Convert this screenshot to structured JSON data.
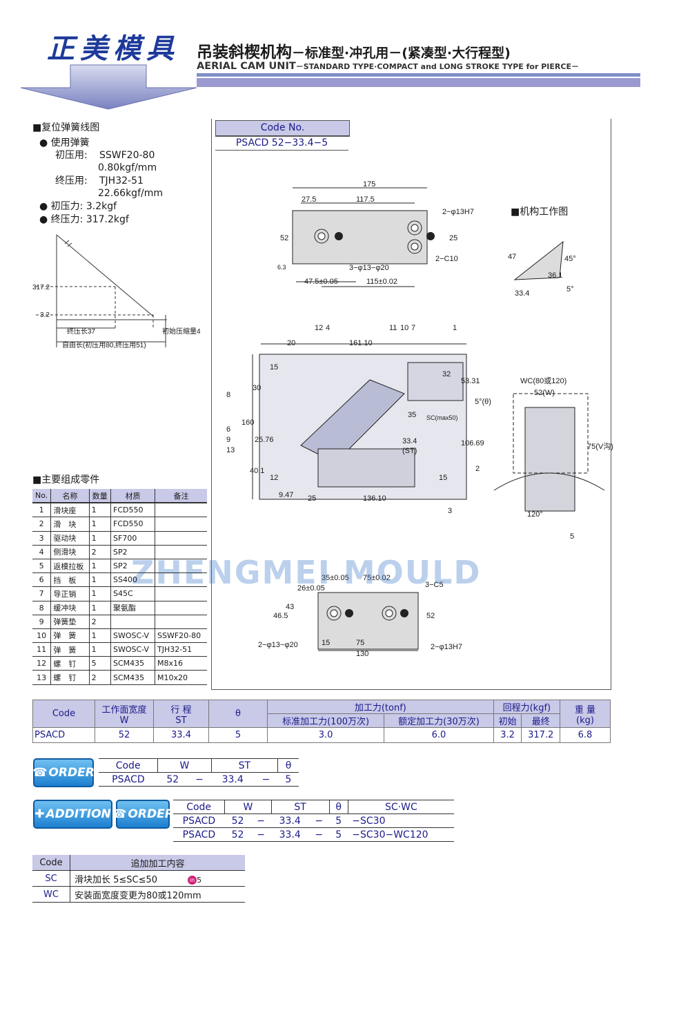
{
  "brand": "正美模具",
  "title": {
    "cn": "吊装斜楔机构",
    "cn_sub": "－标准型·冲孔用－(紧凑型·大行程型)",
    "en": "AERIAL CAM UNIT",
    "en_sub": "－STANDARD TYPE·COMPACT and LONG STROKE TYPE for PIERCE－"
  },
  "spring": {
    "heading": "■复位弹簧线图",
    "use": "● 使用弹簧",
    "init_label": "初压用:",
    "init_val": "SSWF20-80",
    "init_k": "0.80kgf/mm",
    "final_label": "终压用:",
    "final_val": "TJH32-51",
    "final_k": "22.66kgf/mm",
    "init_force": "● 初压力: 3.2kgf",
    "final_force": "● 终压力: 317.2kgf",
    "chart": {
      "y1": "317.2",
      "y2": "3.2",
      "l1": "终压长37",
      "l2": "初始压缩量4",
      "l3": "自由长(初压用80,终压用51)"
    }
  },
  "code_box": {
    "header": "Code No.",
    "value": "PSACD 52−33.4−5"
  },
  "work_title": "■机构工作图",
  "watermark": "ZHENGMEI MOULD",
  "dims": {
    "d175": "175",
    "d27": "27.5",
    "d117": "117.5",
    "d52": "52",
    "d25": "25",
    "h13": "2−φ13H7",
    "c10": "2−C10",
    "cb": "3−φ13−φ20",
    "d475": "47.5±0.05",
    "d115": "115±0.02",
    "s63": "6.3",
    "d20": "20",
    "d161": "161.10",
    "d15": "15",
    "d30": "30",
    "d160": "160",
    "d2576": "25.76",
    "d401": "40.1",
    "d12": "12",
    "d947": "9.47",
    "d2b": "25",
    "d136": "136.10",
    "d32": "32",
    "d5331": "53.31",
    "d5t": "5°(θ)",
    "d35": "35",
    "sc": "SC(max50)",
    "st": "33.4",
    "stl": "(ST)",
    "d10669": "106.69",
    "d15b": "15",
    "a47": "47",
    "a361": "36.1",
    "a45": "45°",
    "a334": "33.4",
    "a5": "5°",
    "wc": "WC(80或120)",
    "w52": "52(W)",
    "v75": "75(V沟)",
    "a120": "120°",
    "b35": "35±0.05",
    "b75": "75±0.02",
    "b26": "26±0.05",
    "b43": "43",
    "b465": "46.5",
    "b52": "52",
    "b15": "15",
    "b75b": "75",
    "b130": "130",
    "bc5": "3−C5",
    "bcb": "2−φ13−φ20",
    "bh": "2−φ13H7",
    "n12": "12",
    "n4": "4",
    "n11": "11",
    "n10": "10",
    "n7": "7",
    "n1": "1",
    "n8": "8",
    "n6": "6",
    "n9": "9",
    "n13": "13",
    "n2": "2",
    "n3": "3",
    "n5": "5"
  },
  "parts": {
    "heading": "■主要组成零件",
    "cols": [
      "No.",
      "名称",
      "数量",
      "材质",
      "备注"
    ],
    "rows": [
      [
        "1",
        "滑块座",
        "1",
        "FCD550",
        ""
      ],
      [
        "2",
        "滑　块",
        "1",
        "FCD550",
        ""
      ],
      [
        "3",
        "驱动块",
        "1",
        "SF700",
        ""
      ],
      [
        "4",
        "侧滑块",
        "2",
        "SP2",
        ""
      ],
      [
        "5",
        "返模拉板",
        "1",
        "SP2",
        ""
      ],
      [
        "6",
        "挡　板",
        "1",
        "SS400",
        ""
      ],
      [
        "7",
        "导正销",
        "1",
        "S45C",
        ""
      ],
      [
        "8",
        "缓冲块",
        "1",
        "聚氨酯",
        ""
      ],
      [
        "9",
        "弹簧垫",
        "2",
        "",
        ""
      ],
      [
        "10",
        "弹　簧",
        "1",
        "SWOSC-V",
        "SSWF20-80"
      ],
      [
        "11",
        "弹　簧",
        "1",
        "SWOSC-V",
        "TJH32-51"
      ],
      [
        "12",
        "螺　钉",
        "5",
        "SCM435",
        "M8x16"
      ],
      [
        "13",
        "螺　钉",
        "2",
        "SCM435",
        "M10x20"
      ]
    ]
  },
  "spec": {
    "h_code": "Code",
    "h_w": "工作面宽度",
    "h_w2": "W",
    "h_st": "行 程",
    "h_st2": "ST",
    "h_t": "θ",
    "h_force": "加工力(tonf)",
    "h_f1": "标准加工力(100万次)",
    "h_f2": "额定加工力(30万次)",
    "h_ret": "回程力(kgf)",
    "h_r1": "初始",
    "h_r2": "最终",
    "h_wt": "重 量",
    "h_wt2": "(kg)",
    "row": [
      "PSACD",
      "52",
      "33.4",
      "5",
      "3.0",
      "6.0",
      "3.2",
      "317.2",
      "6.8"
    ]
  },
  "order": {
    "badge": "ORDER",
    "cols": [
      "Code",
      "W",
      "ST",
      "θ"
    ],
    "row": [
      "PSACD",
      "52",
      "−",
      "33.4",
      "−",
      "5"
    ]
  },
  "addition": {
    "badge1": "ADDITION",
    "badge2": "ORDER",
    "cols": [
      "Code",
      "W",
      "ST",
      "θ",
      "SC·WC"
    ],
    "rows": [
      [
        "PSACD",
        "52",
        "−",
        "33.4",
        "−",
        "5",
        "−SC30"
      ],
      [
        "PSACD",
        "52",
        "−",
        "33.4",
        "−",
        "5",
        "−SC30−WC120"
      ]
    ]
  },
  "add_table": {
    "cols": [
      "Code",
      "追加加工内容"
    ],
    "rows": [
      [
        "SC",
        "滑块加长 5≤SC≤50",
        "in",
        "5"
      ],
      [
        "WC",
        "安装面宽度变更为80或120mm",
        "",
        ""
      ]
    ]
  }
}
